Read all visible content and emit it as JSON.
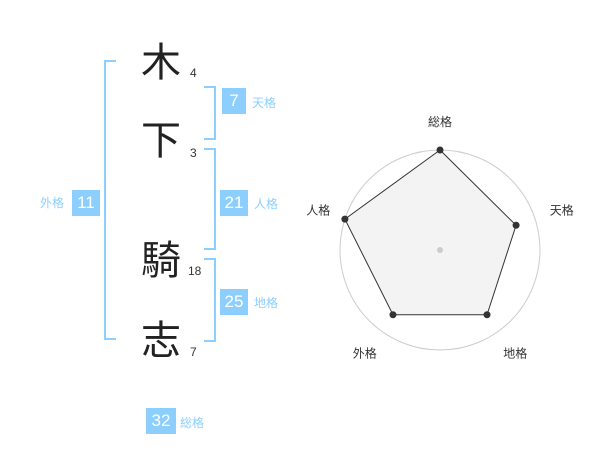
{
  "name": {
    "chars": [
      {
        "char": "木",
        "strokes": "4"
      },
      {
        "char": "下",
        "strokes": "3"
      },
      {
        "char": "騎",
        "strokes": "18"
      },
      {
        "char": "志",
        "strokes": "7"
      }
    ]
  },
  "scores": {
    "tenkaku": {
      "value": "7",
      "label": "天格"
    },
    "jinkaku": {
      "value": "21",
      "label": "人格"
    },
    "chikaku": {
      "value": "25",
      "label": "地格"
    },
    "gaikaku": {
      "value": "11",
      "label": "外格"
    },
    "soukaku": {
      "value": "32",
      "label": "総格"
    }
  },
  "chart_data": {
    "type": "radar",
    "axes": [
      "総格",
      "天格",
      "地格",
      "外格",
      "人格"
    ],
    "values": [
      5,
      4,
      4,
      4,
      5
    ],
    "max": 5,
    "rings": 5,
    "colors": {
      "fill": "#eeeeee",
      "line": "#333333",
      "ring": "#cccccc",
      "accent": "#8ccfff"
    }
  }
}
